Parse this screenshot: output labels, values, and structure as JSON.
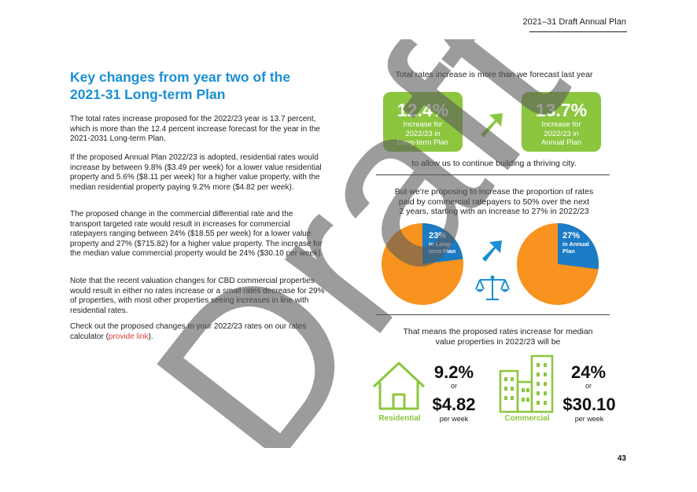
{
  "header": {
    "title": "2021–31 Draft Annual Plan"
  },
  "main": {
    "heading_line1": "Key changes from year two of the",
    "heading_line2": "2021-31 Long-term Plan",
    "paragraphs": [
      "The total rates increase proposed for the 2022/23 year is 13.7 percent, which is more than the 12.4 percent increase forecast for the year in the 2021-2031 Long-term Plan.",
      "If the proposed Annual Plan 2022/23 is adopted, residential rates would increase by between 9.8% ($3.49 per week) for a lower value residential property and 5.6% ($8.11 per week) for a higher value property, with the median residential property paying 9.2% more ($4.82 per week).",
      "The proposed change in the commercial differential rate and the transport targeted rate would result in increases for commercial ratepayers ranging between 24% ($18.55 per week) for a lower value property and 27% ($715.82) for a higher value property. The increase for the median value commercial property would be 24% ($30.10 per week).",
      "Note that the recent valuation changes for CBD commercial properties would result in either no rates increase or a small rates decrease for 29% of properties, with most other properties seeing increases in line with residential rates."
    ],
    "calc_text": "Check out the proposed changes to your 2022/23 rates on our rates calculator (",
    "calc_link": "provide link",
    "calc_end": ")."
  },
  "infographic": {
    "caption1": "Total rates increase is more than we forecast last year",
    "box_ltp": {
      "pct": "12.4%",
      "line1": "Increase for",
      "line2": "2022/23 in",
      "line3": "Long-term Plan"
    },
    "box_ap": {
      "pct": "13.7%",
      "line1": "Increase for",
      "line2": "2022/23 in",
      "line3": "Annual Plan"
    },
    "caption2": "to allow us to continue building a thriving city.",
    "caption3_line1": "But we're proposing to increase the proportion of rates",
    "caption3_line2": "paid by commercial ratepayers to 50% over the next",
    "caption3_line3": "2 years, starting with an increase to 27% in 2022/23",
    "pie_ltp": {
      "pct": "23%",
      "label1": "in Long-",
      "label2": "term Plan",
      "value": 23
    },
    "pie_ap": {
      "pct": "27%",
      "label1": "in Annual",
      "label2": "Plan",
      "value": 27
    },
    "caption4_line1": "That means the proposed rates increase for median",
    "caption4_line2": "value properties in 2022/23 will be",
    "residential": {
      "label": "Residential",
      "pct": "9.2%",
      "or": "or",
      "amount": "$4.82",
      "per": "per week"
    },
    "commercial": {
      "label": "Commercial",
      "pct": "24%",
      "or": "or",
      "amount": "$30.10",
      "per": "per week"
    }
  },
  "watermark": "Draft",
  "page_number": "43",
  "colors": {
    "blue": "#1a8fd4",
    "green": "#8cc63f",
    "orange": "#f7931e",
    "pie_blue": "#1b7bc4"
  }
}
